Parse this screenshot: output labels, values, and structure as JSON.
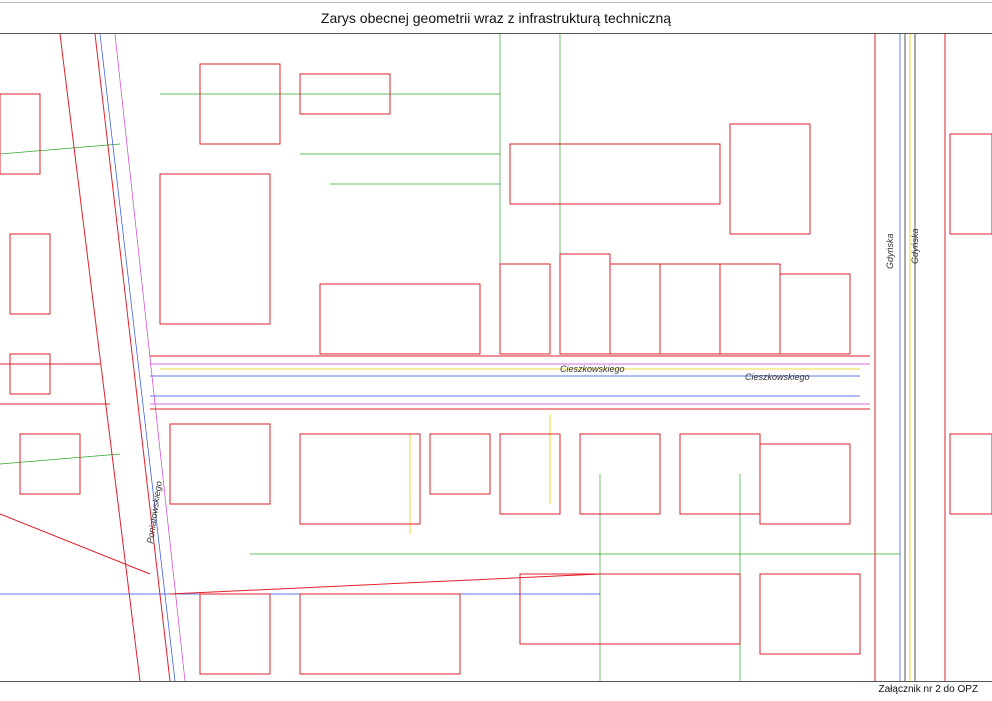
{
  "document": {
    "title": "Zarys obecnej geometrii wraz z infrastrukturą techniczną",
    "footer": "Załącznik nr 2 do OPZ"
  },
  "map": {
    "streets": {
      "main_horizontal_1": "Cieszkowskiego",
      "main_horizontal_2": "Cieszkowskiego",
      "right_vertical_1": "Gdyńska",
      "right_vertical_2": "Gdyńska",
      "left_diagonal": "Poniatowskiego"
    },
    "colors": {
      "parcel_boundary": "#e0202a",
      "utility_green": "#2eaa2e",
      "utility_blue": "#2a4fe0",
      "utility_yellow": "#e8d000",
      "utility_magenta": "#d040d0"
    }
  }
}
